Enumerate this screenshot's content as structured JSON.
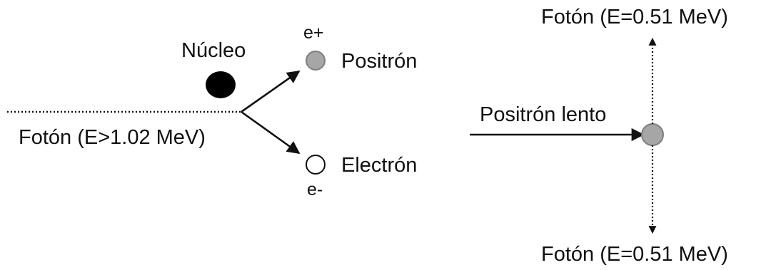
{
  "left_panel": {
    "nucleus_label": "Núcleo",
    "incoming_photon_label": "Fotón (E>1.02 MeV)",
    "positron_label": "Positrón",
    "positron_charge": "e+",
    "electron_label": "Electrón",
    "electron_charge": "e-"
  },
  "right_panel": {
    "slow_positron_label": "Positrón lento",
    "photon_top_label": "Fotón (E=0.51 MeV)",
    "photon_bottom_label": "Fotón (E=0.51 MeV)"
  },
  "colors": {
    "nucleus": "#000000",
    "positron": "#a6a6a6",
    "electron": "#ffffff",
    "lines": "#111111"
  }
}
